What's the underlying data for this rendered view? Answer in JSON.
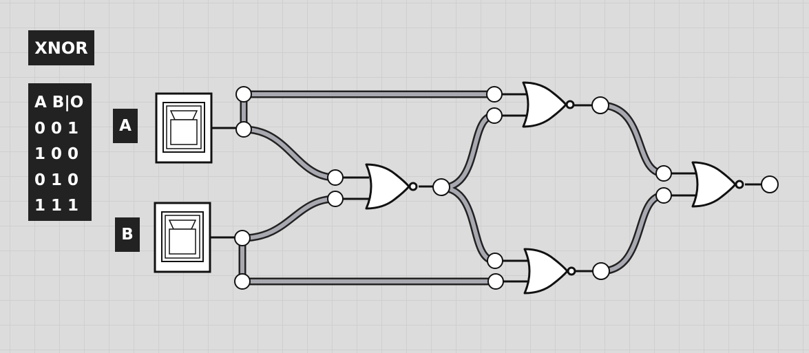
{
  "title": "XNOR",
  "truth_table": {
    "rows": [
      "A B|O",
      "0 0 1",
      "1 0 0",
      "0 1 0",
      "1 1 1"
    ]
  },
  "inputs": {
    "a_label": "A",
    "b_label": "B"
  },
  "colors": {
    "background": "#dcdcdc",
    "grid": "#cfcfcf",
    "label_bg": "#222222",
    "label_text": "#ffffff",
    "wire_fill": "#a8a8b0",
    "wire_outline": "#222222",
    "gate_fill": "#ffffff"
  },
  "icons": [
    "toggle-switch-icon",
    "nor-gate-icon",
    "connector-node-icon"
  ]
}
